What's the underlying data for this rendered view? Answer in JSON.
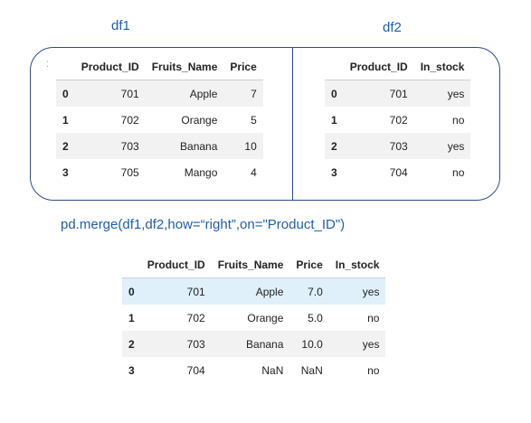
{
  "labels": {
    "df1": "df1",
    "df2": "df2"
  },
  "code": "pd.merge(df1,df2,how=“right”,on=\"Product_ID\")",
  "df1": {
    "columns": [
      "",
      "Product_ID",
      "Fruits_Name",
      "Price"
    ],
    "rows": [
      [
        "0",
        "701",
        "Apple",
        "7"
      ],
      [
        "1",
        "702",
        "Orange",
        "5"
      ],
      [
        "2",
        "703",
        "Banana",
        "10"
      ],
      [
        "3",
        "705",
        "Mango",
        "4"
      ]
    ]
  },
  "df2": {
    "columns": [
      "",
      "Product_ID",
      "In_stock"
    ],
    "rows": [
      [
        "0",
        "701",
        "yes"
      ],
      [
        "1",
        "702",
        "no"
      ],
      [
        "2",
        "703",
        "yes"
      ],
      [
        "3",
        "704",
        "no"
      ]
    ]
  },
  "result": {
    "columns": [
      "",
      "Product_ID",
      "Fruits_Name",
      "Price",
      "In_stock"
    ],
    "rows": [
      [
        "0",
        "701",
        "Apple",
        "7.0",
        "yes"
      ],
      [
        "1",
        "702",
        "Orange",
        "5.0",
        "no"
      ],
      [
        "2",
        "703",
        "Banana",
        "10.0",
        "yes"
      ],
      [
        "3",
        "704",
        "NaN",
        "NaN",
        "no"
      ]
    ]
  }
}
